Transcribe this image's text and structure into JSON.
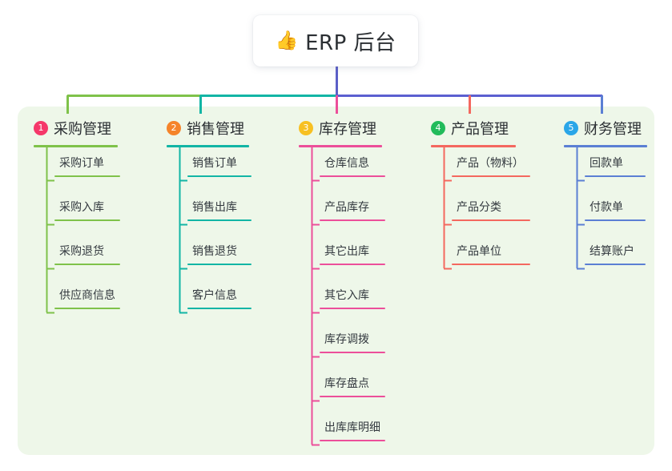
{
  "diagram": {
    "type": "mind-map",
    "root": {
      "icon": "thumbs-up-icon",
      "emoji": "👍",
      "label": "ERP 后台"
    },
    "colors": {
      "panel_bg": "#eef7e9",
      "canvas_bg": "#ffffff",
      "root_link": "#5b5fc7",
      "branch_1": "#7fc24a",
      "branch_2": "#12b5a5",
      "branch_3": "#ec4f9a",
      "branch_4": "#f4685f",
      "branch_5": "#5b7fd4",
      "badge_1": "#f5386a",
      "badge_2": "#f5842a",
      "badge_3": "#f7c022",
      "badge_4": "#22bb5b",
      "badge_5": "#2aa6e8"
    },
    "branches": [
      {
        "index": "1",
        "title": "采购管理",
        "badge_color": "#f5386a",
        "line_color": "#7fc24a",
        "items": [
          "采购订单",
          "采购入库",
          "采购退货",
          "供应商信息"
        ]
      },
      {
        "index": "2",
        "title": "销售管理",
        "badge_color": "#f5842a",
        "line_color": "#12b5a5",
        "items": [
          "销售订单",
          "销售出库",
          "销售退货",
          "客户信息"
        ]
      },
      {
        "index": "3",
        "title": "库存管理",
        "badge_color": "#f7c022",
        "line_color": "#ec4f9a",
        "items": [
          "仓库信息",
          "产品库存",
          "其它出库",
          "其它入库",
          "库存调拨",
          "库存盘点",
          "出库库明细"
        ]
      },
      {
        "index": "4",
        "title": "产品管理",
        "badge_color": "#22bb5b",
        "line_color": "#f4685f",
        "items": [
          "产品（物料）",
          "产品分类",
          "产品单位"
        ]
      },
      {
        "index": "5",
        "title": "财务管理",
        "badge_color": "#2aa6e8",
        "line_color": "#5b7fd4",
        "items": [
          "回款单",
          "付款单",
          "结算账户"
        ]
      }
    ]
  }
}
